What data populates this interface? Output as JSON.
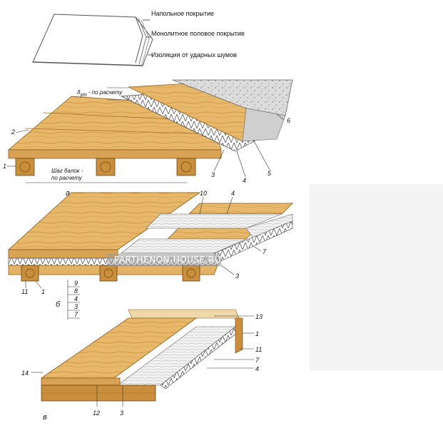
{
  "legend": {
    "layer1": "Напольное покрытие",
    "layer2": "Монолитное половое покрытие",
    "layer3": "Изоляция от ударных шумов"
  },
  "annotations": {
    "thickness_symbol": "δ",
    "thickness_sub": "ут",
    "thickness_text": "- по расчету",
    "beam_pitch_1": "Шаг балок -",
    "beam_pitch_2": "по расчету"
  },
  "captions": {
    "a": "а",
    "b": "б",
    "v": "в"
  },
  "watermark": "PARTHENON-HOUSE.RU",
  "numbers": {
    "a": [
      "1",
      "2",
      "3",
      "4",
      "5",
      "6"
    ],
    "b_top": [
      "10",
      "4",
      "7",
      "3"
    ],
    "b_bottom": [
      "11",
      "1"
    ],
    "b_stack": [
      "9",
      "8",
      "4",
      "3",
      "7"
    ],
    "v": [
      "13",
      "1",
      "11",
      "7",
      "4",
      "14",
      "12",
      "3"
    ]
  },
  "colors": {
    "wood": "#e8b86a",
    "wood_dark": "#c98f3d",
    "insulation": "#ffffff",
    "concrete": "#dcdcdc",
    "outline": "#333333"
  }
}
